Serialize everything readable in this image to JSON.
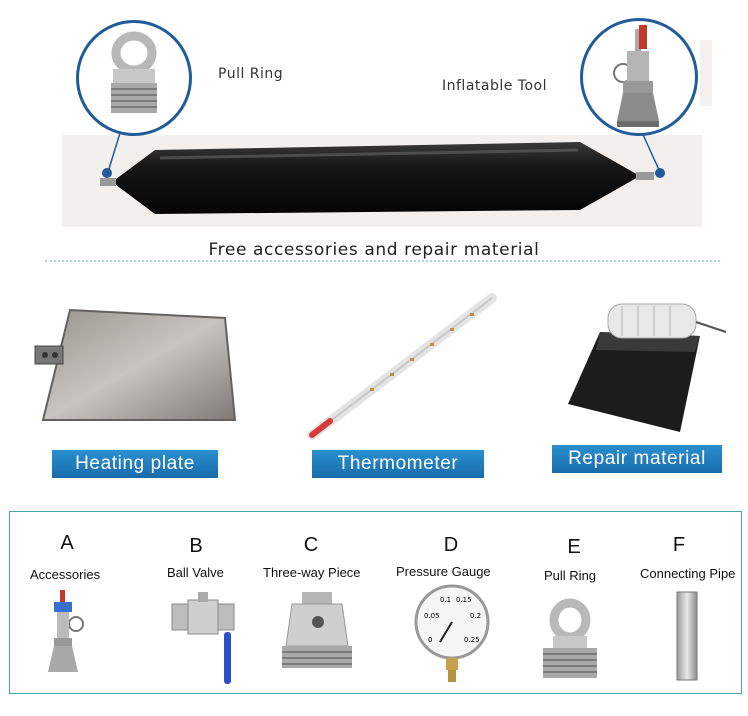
{
  "top": {
    "pull_ring_label": "Pull Ring",
    "inflatable_tool_label": "Inflatable Tool"
  },
  "section_title": "Free accessories and repair material",
  "accessory_labels": {
    "heating_plate": "Heating plate",
    "thermometer": "Thermometer",
    "repair_material": "Repair material"
  },
  "parts": [
    {
      "letter": "A",
      "name": "Accessories"
    },
    {
      "letter": "B",
      "name": "Ball Valve"
    },
    {
      "letter": "C",
      "name": "Three-way Piece"
    },
    {
      "letter": "D",
      "name": "Pressure Gauge"
    },
    {
      "letter": "E",
      "name": "Pull Ring"
    },
    {
      "letter": "F",
      "name": "Connecting Pipe"
    }
  ],
  "gauge_numbers": [
    "0.1",
    "0.15",
    "0.05",
    "0.2",
    "0",
    "0.25"
  ],
  "colors": {
    "accent_blue": "#1f5c99",
    "label_blue": "#1a6cab",
    "box_border": "#4aa6ad"
  }
}
